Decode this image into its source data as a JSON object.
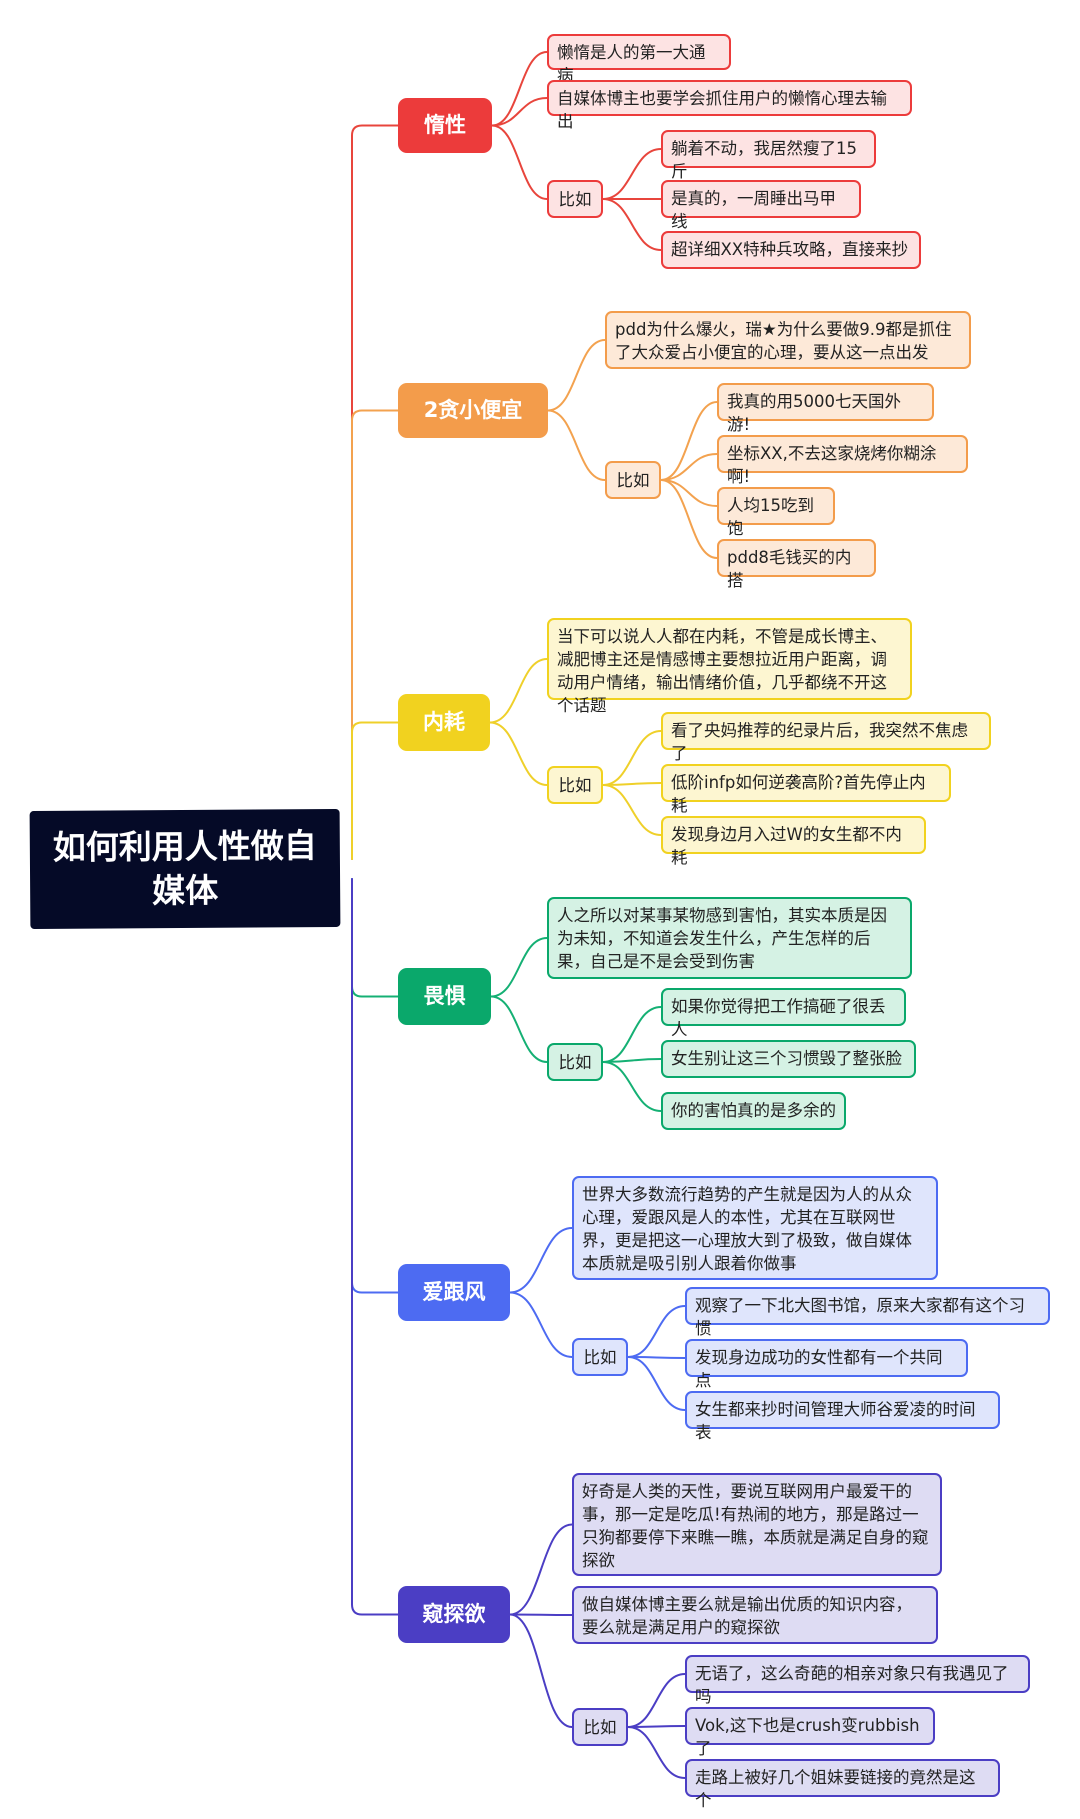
{
  "root": "如何利用人性做自媒体",
  "branches": [
    {
      "title": "惰性",
      "color": "#ec3b3b",
      "fill": "#fde3e3",
      "line": "#e8453c",
      "items": [
        "懒惰是人的第一大通病",
        "自媒体博主也要学会抓住用户的懒惰心理去输出"
      ],
      "bili": "比如",
      "examples": [
        "躺着不动，我居然瘦了15斤",
        "是真的，一周睡出马甲线",
        "超详细XX特种兵攻略，直接来抄"
      ]
    },
    {
      "title": "2贪小便宜",
      "color": "#f39c4b",
      "fill": "#fde9d8",
      "line": "#f3a24f",
      "items": [
        "pdd为什么爆火，瑞★为什么要做9.9都是抓住了大众爱占小便宜的心理，要从这一点出发"
      ],
      "bili": "比如",
      "examples": [
        "我真的用5000七天国外游!",
        "坐标XX,不去这家烧烤你糊涂啊!",
        "人均15吃到饱",
        "pdd8毛钱买的内搭"
      ]
    },
    {
      "title": "内耗",
      "color": "#f1d21f",
      "fill": "#fdf6d1",
      "line": "#efd02a",
      "items": [
        "当下可以说人人都在内耗，不管是成长博主、减肥博主还是情感博主要想拉近用户距离，调动用户情绪，输出情绪价值，几乎都绕不开这个话题"
      ],
      "bili": "比如",
      "examples": [
        "看了央妈推荐的纪录片后，我突然不焦虑了",
        "低阶infp如何逆袭高阶?首先停止内耗",
        "发现身边月入过W的女生都不内耗"
      ]
    },
    {
      "title": "畏惧",
      "color": "#0aa86b",
      "fill": "#d5f2e4",
      "line": "#15b074",
      "items": [
        "人之所以对某事某物感到害怕，其实本质是因为未知，不知道会发生什么，产生怎样的后果，自己是不是会受到伤害"
      ],
      "bili": "比如",
      "examples": [
        "如果你觉得把工作搞砸了很丢人",
        "女生别让这三个习惯毁了整张脸",
        "你的害怕真的是多余的"
      ]
    },
    {
      "title": "爱跟风",
      "color": "#4d6bf2",
      "fill": "#dfe5fc",
      "line": "#4d6bf2",
      "items": [
        "世界大多数流行趋势的产生就是因为人的从众心理，爱跟风是人的本性，尤其在互联网世界，更是把这一心理放大到了极致，做自媒体本质就是吸引别人跟着你做事"
      ],
      "bili": "比如",
      "examples": [
        "观察了一下北大图书馆，原来大家都有这个习惯",
        "发现身边成功的女性都有一个共同点",
        "女生都来抄时间管理大师谷爱凌的时间表"
      ]
    },
    {
      "title": "窥探欲",
      "color": "#4b3ec4",
      "fill": "#dedcf3",
      "line": "#4b3ec4",
      "items": [
        "好奇是人类的天性，要说互联网用户最爱干的事，那一定是吃瓜!有热闹的地方，那是路过一只狗都要停下来瞧一瞧，本质就是满足自身的窥探欲",
        "做自媒体博主要么就是输出优质的知识内容，要么就是满足用户的窥探欲"
      ],
      "bili": "比如",
      "examples": [
        "无语了，这么奇葩的相亲对象只有我遇见了吗",
        "Vok,这下也是crush变rubbish了",
        "走路上被好几个姐妹要链接的竟然是这个"
      ]
    }
  ]
}
